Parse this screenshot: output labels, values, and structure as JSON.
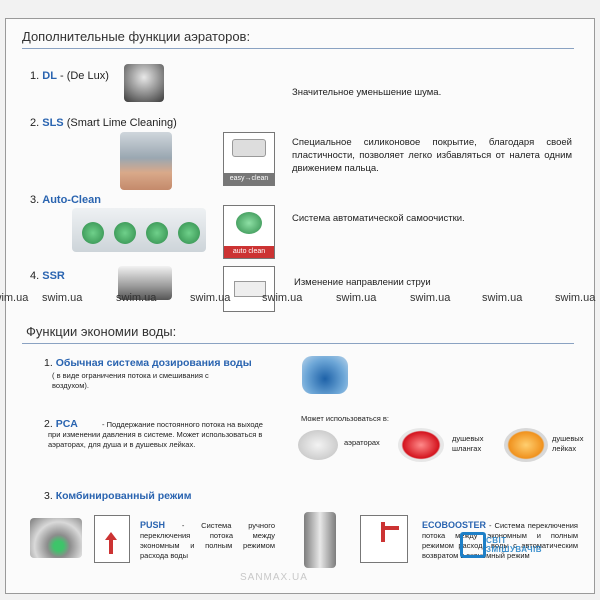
{
  "title1": "Дополнительные функции аэраторов:",
  "features": [
    {
      "num": "1.",
      "name": "DL",
      "paren": " - (De Lux)",
      "desc": "Значительное уменьшение шума."
    },
    {
      "num": "2.",
      "name": "SLS",
      "paren": " (Smart Lime Cleaning)",
      "desc": "Специальное силиконовое покрытие, благодаря своей пластичности, позволяет легко избавляться от налета одним движением пальца.",
      "badge": "easy→clean"
    },
    {
      "num": "3.",
      "name": "Auto-Clean",
      "paren": "",
      "desc": "Система автоматической самоочистки.",
      "badge": "auto clean"
    },
    {
      "num": "4.",
      "name": "SSR",
      "paren": "",
      "desc": "Изменение направлении струи"
    }
  ],
  "watermark": "swim.ua",
  "title2": "Функции экономии воды:",
  "savings": {
    "item1": {
      "num": "1.",
      "name": "Обычная система дозирования воды",
      "note": "( в виде ограничения потока и смешивания с воздухом)."
    },
    "item2": {
      "num": "2.",
      "name": "PCA",
      "desc": " - Поддержание постоянного потока на выходе при изменении давления в системе. Может использоваться в аэраторах, для душа и в душевых лейках."
    },
    "item3": {
      "num": "3.",
      "name": "Комбинированный режим"
    },
    "usage_title": "Может использоваться в:",
    "usage": [
      "аэраторах",
      "душевых шлангах",
      "душевых лейках"
    ],
    "push": {
      "name": "PUSH",
      "desc": " - Система ручного переключения потока между экономным и полным режимом расхода воды"
    },
    "eco": {
      "name": "ECOBOOSTER",
      "desc": " - Система переключения потока между экономным и полным режимом расхода воды с автоматическим возвратом в экономный режим"
    }
  },
  "footer_watermark": "SANMAX.UA",
  "logo_text": "СВІТ ЗМІШУВАЧІВ"
}
